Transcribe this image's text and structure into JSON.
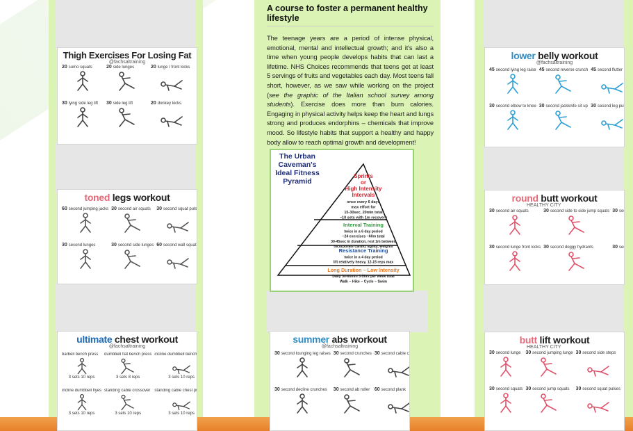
{
  "article": {
    "title": "A course to foster a permanent healthy lifestyle",
    "p1": "The teenage years are a period of intense physical, emotional, mental and intellectual growth; and it's also a time when young people develops habits that can last a lifetime. NHS Choices recommends that teens get at least 5 servings of fruits and vegetables each day. Most teens fall short, however, as we saw while working on the project (",
    "p1_italic": "see the graphic of the Italian school survey among students",
    "p2": ").  Exercise does more than burn calories. Engaging in physical activity helps keep the heart and lungs strong and produces endorphins – chemicals that improve mood. So lifestyle habits that support a healthy and happy body allow to reach optimal growth and development!"
  },
  "pyramid": {
    "title": "The Urban Caveman's Ideal Fitness Pyramid",
    "tiers": [
      {
        "name": "Sprints or High Intensity Intervals",
        "lines": [
          "once every 6 days",
          "max effort for",
          "15-30sec, 20min total",
          "~10 sets with 1m recovery"
        ],
        "color": "#d9232e"
      },
      {
        "name": "Interval Training",
        "lines": [
          "twice in a 6 day period",
          "~24 exercises ~60m total",
          "30-45sec in duration, rest 1m between",
          "incorporate cardio, agility, weights"
        ],
        "color": "#2e9a3c"
      },
      {
        "name": "Resistance Training",
        "lines": [
          "twice in a 4 day period",
          "lift relatively heavy, 12-15 reps max"
        ],
        "color": "#1f4fa0"
      },
      {
        "name": "Long Duration ~ Low Intensity",
        "lines": [
          "Daily 30-60min 3-5hrs per week total",
          "Walk ~ Hike ~ Cycle ~ Swim"
        ],
        "color": "#e8761e"
      }
    ]
  },
  "posters": {
    "thigh": {
      "title": "Thigh Exercises For Losing Fat",
      "handle": "@fachsaltraining",
      "items": [
        {
          "n": "20",
          "label": "sumo squats"
        },
        {
          "n": "20",
          "label": "side lunges"
        },
        {
          "n": "20",
          "label": "lunge / front kicks"
        },
        {
          "n": "30",
          "label": "lying side leg lift"
        },
        {
          "n": "30",
          "label": "side leg lift"
        },
        {
          "n": "20",
          "label": "donkey kicks"
        }
      ]
    },
    "toned": {
      "title_acc": "toned",
      "title_rest": " legs workout",
      "items": [
        {
          "n": "60",
          "label": "second jumping jacks"
        },
        {
          "n": "30",
          "label": "second air squats"
        },
        {
          "n": "30",
          "label": "second squat pulse"
        },
        {
          "n": "30",
          "label": "second lunges"
        },
        {
          "n": "30",
          "label": "second side lunges"
        },
        {
          "n": "60",
          "label": "second wall squat"
        }
      ]
    },
    "chest": {
      "title_acc": "ultimate",
      "title_rest": " chest workout",
      "handle": "@fachsaltraining",
      "items": [
        {
          "label": "barbell bench press",
          "sets": "3 sets 10 reps"
        },
        {
          "label": "dumbbell flat bench press",
          "sets": "3 sets 8 reps"
        },
        {
          "label": "incline dumbbell bench press",
          "sets": "3 sets 10 reps"
        },
        {
          "label": "incline dumbbell flyes",
          "sets": "3 sets 10 reps"
        },
        {
          "label": "standing cable crossover",
          "sets": "3 sets 10 reps"
        },
        {
          "label": "standing cable chest press",
          "sets": "3 sets 10 reps"
        }
      ]
    },
    "abs": {
      "title_acc": "summer",
      "title_rest": " abs workout",
      "handle": "@fachsaltraining",
      "items": [
        {
          "n": "30",
          "label": "second lounging leg raises"
        },
        {
          "n": "30",
          "label": "second crunches"
        },
        {
          "n": "30",
          "label": "second cable crunches"
        },
        {
          "n": "30",
          "label": "second decline crunches"
        },
        {
          "n": "30",
          "label": "second ab roller"
        },
        {
          "n": "60",
          "label": "second plank"
        }
      ]
    },
    "belly": {
      "title_acc": "lower",
      "title_rest": " belly workout",
      "handle": "@fachsaltraining",
      "items": [
        {
          "n": "45",
          "label": "second lying leg raise"
        },
        {
          "n": "45",
          "label": "second reverse crunch"
        },
        {
          "n": "45",
          "label": "second flutter kicks"
        },
        {
          "n": "30",
          "label": "second elbow to knee"
        },
        {
          "n": "30",
          "label": "second jackknife sit up"
        },
        {
          "n": "30",
          "label": "second leg pull in"
        }
      ]
    },
    "butt": {
      "title_acc": "round",
      "title_rest": " butt workout",
      "brand": "HEALTHY CITY",
      "items": [
        {
          "n": "30",
          "label": "second air squats"
        },
        {
          "n": "30",
          "label": "second side to side jump squats"
        },
        {
          "n": "30",
          "label": "second donkey kicks"
        },
        {
          "n": "30",
          "label": "second lunge front kicks"
        },
        {
          "n": "30",
          "label": "second doggy hydrants"
        },
        {
          "n": "30",
          "label": "second squat pulses"
        }
      ]
    },
    "buttlift": {
      "title_acc": "butt",
      "title_rest": " lift workout",
      "brand": "HEALTHY CITY",
      "items": [
        {
          "n": "30",
          "label": "second lunge"
        },
        {
          "n": "30",
          "label": "second jumping lunge"
        },
        {
          "n": "30",
          "label": "second side steps"
        },
        {
          "n": "30",
          "label": "second squats"
        },
        {
          "n": "30",
          "label": "second jump squats"
        },
        {
          "n": "30",
          "label": "second squat pulses"
        }
      ]
    }
  }
}
